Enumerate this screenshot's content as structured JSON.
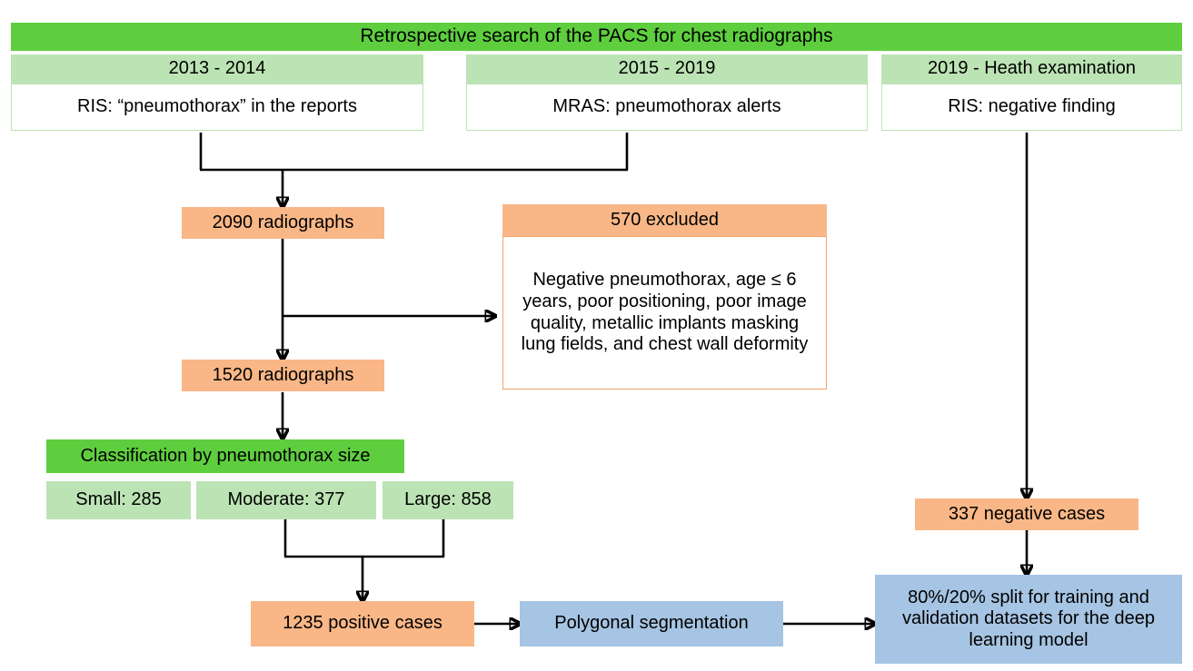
{
  "diagram": {
    "title": "Retrospective search of the PACS for chest radiographs",
    "type": "flowchart",
    "colors": {
      "header_green": "#5ECE3F",
      "subheader_green": "#BCE3B4",
      "orange": "#F9B787",
      "blue": "#A6C4E3",
      "arrow": "#000000",
      "background": "#FFFFFF"
    },
    "header": {
      "label": "Retrospective search of the PACS for chest radiographs"
    },
    "sources": [
      {
        "period": "2013 - 2014",
        "detail": "RIS: “pneumothorax” in the reports"
      },
      {
        "period": "2015 - 2019",
        "detail": "MRAS: pneumothorax alerts"
      },
      {
        "period": "2019 - Heath examination",
        "detail": "RIS: negative finding"
      }
    ],
    "nodes": {
      "total_radiographs": "2090 radiographs",
      "excluded_header": "570 excluded",
      "excluded_detail": "Negative pneumothorax, age ≤ 6 years, poor positioning, poor image quality, metallic implants masking lung fields, and chest wall deformity",
      "included_radiographs": "1520 radiographs",
      "classification_header": "Classification by pneumothorax size",
      "positive_cases": "1235 positive cases",
      "segmentation": "Polygonal segmentation",
      "negative_cases": "337 negative cases",
      "split": "80%/20% split for training and validation datasets for the deep learning model"
    },
    "classification": [
      {
        "label": "Small: 285",
        "size": "Small",
        "count": 285
      },
      {
        "label": "Moderate: 377",
        "size": "Moderate",
        "count": 377
      },
      {
        "label": "Large: 858",
        "size": "Large",
        "count": 858
      }
    ],
    "counts": {
      "searched": 2090,
      "excluded": 570,
      "included": 1520,
      "positive": 1235,
      "negative": 337,
      "train_split_percent": 80,
      "validation_split_percent": 20
    }
  }
}
